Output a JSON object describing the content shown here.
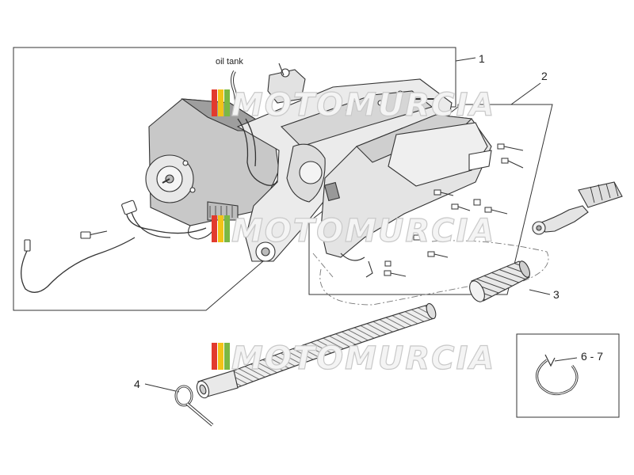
{
  "annotations": {
    "oil_tank": "oil tank",
    "callout_1": "1",
    "callout_2": "2",
    "callout_3": "3",
    "callout_4": "4",
    "callout_6_7": "6 - 7"
  },
  "watermark": {
    "text": "MOTOMURCIA",
    "stripe_colors": [
      "#e23a2e",
      "#f2c318",
      "#7bb844"
    ]
  },
  "colors": {
    "line": "#333333",
    "engine_fill": "#d8d8d8",
    "engine_dark": "#a9a9a9",
    "hose_fill": "#e6e6e6"
  }
}
